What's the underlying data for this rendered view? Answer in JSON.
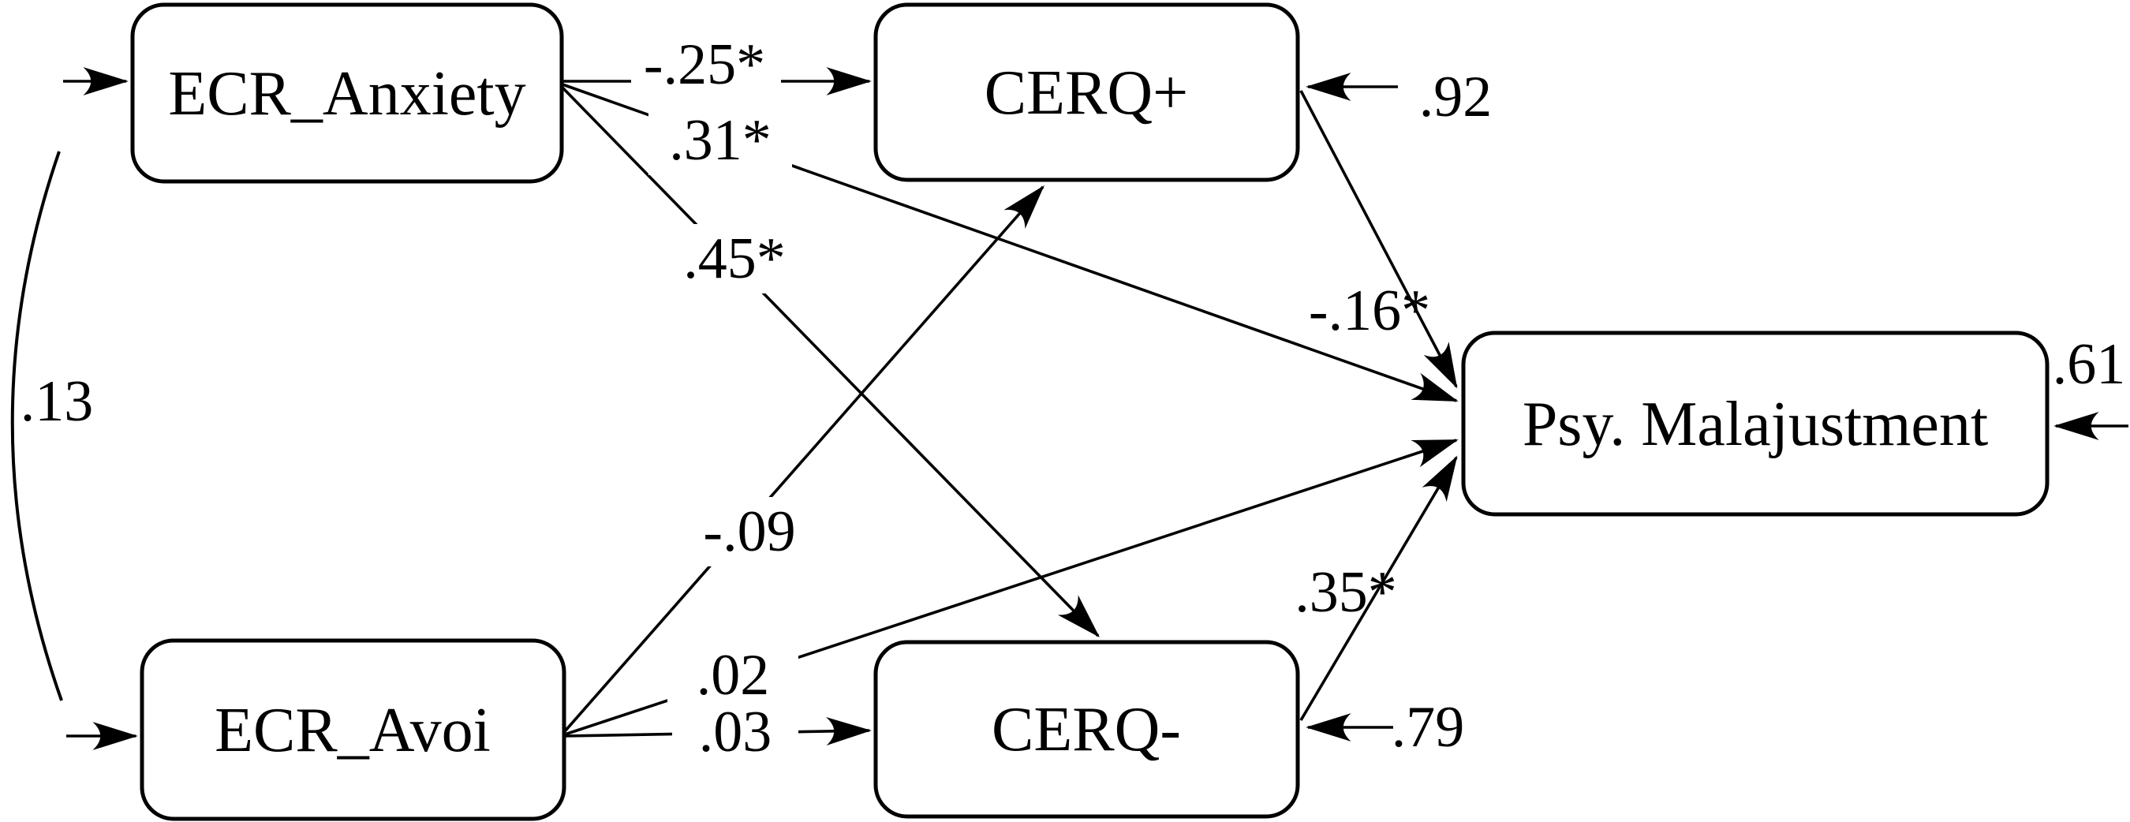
{
  "figure": {
    "background_color": "#ffffff",
    "line_color": "#000000",
    "type": "path-diagram",
    "nodes": {
      "ecr_anxiety": {
        "label": "ECR_Anxiety"
      },
      "ecr_avoi": {
        "label": "ECR_Avoi"
      },
      "cerq_plus": {
        "label": "CERQ+"
      },
      "cerq_minus": {
        "label": "CERQ-"
      },
      "psy_malajustment": {
        "label": "Psy. Malajustment"
      }
    },
    "path_coefficients": {
      "anxiety_to_cerq_plus": {
        "from": "ECR_Anxiety",
        "to": "CERQ+",
        "label": "-.25*"
      },
      "anxiety_to_psy": {
        "from": "ECR_Anxiety",
        "to": "Psy. Malajustment",
        "label": ".31*"
      },
      "anxiety_to_cerq_minus": {
        "from": "ECR_Anxiety",
        "to": "CERQ-",
        "label": ".45*"
      },
      "avoi_to_cerq_plus": {
        "from": "ECR_Avoi",
        "to": "CERQ+",
        "label": "-.09"
      },
      "avoi_to_psy": {
        "from": "ECR_Avoi",
        "to": "Psy. Malajustment",
        "label": ".02"
      },
      "avoi_to_cerq_minus": {
        "from": "ECR_Avoi",
        "to": "CERQ-",
        "label": ".03"
      },
      "cerq_plus_to_psy": {
        "from": "CERQ+",
        "to": "Psy. Malajustment",
        "label": "-.16*"
      },
      "cerq_minus_to_psy": {
        "from": "CERQ-",
        "to": "Psy. Malajustment",
        "label": ".35*"
      }
    },
    "covariance": {
      "anxiety_avoi": {
        "between": [
          "ECR_Anxiety",
          "ECR_Avoi"
        ],
        "label": ".13"
      }
    },
    "residuals": {
      "cerq_plus": {
        "label": ".92"
      },
      "cerq_minus": {
        "label": ".79"
      },
      "psy_malajustment": {
        "label": ".61"
      }
    }
  }
}
